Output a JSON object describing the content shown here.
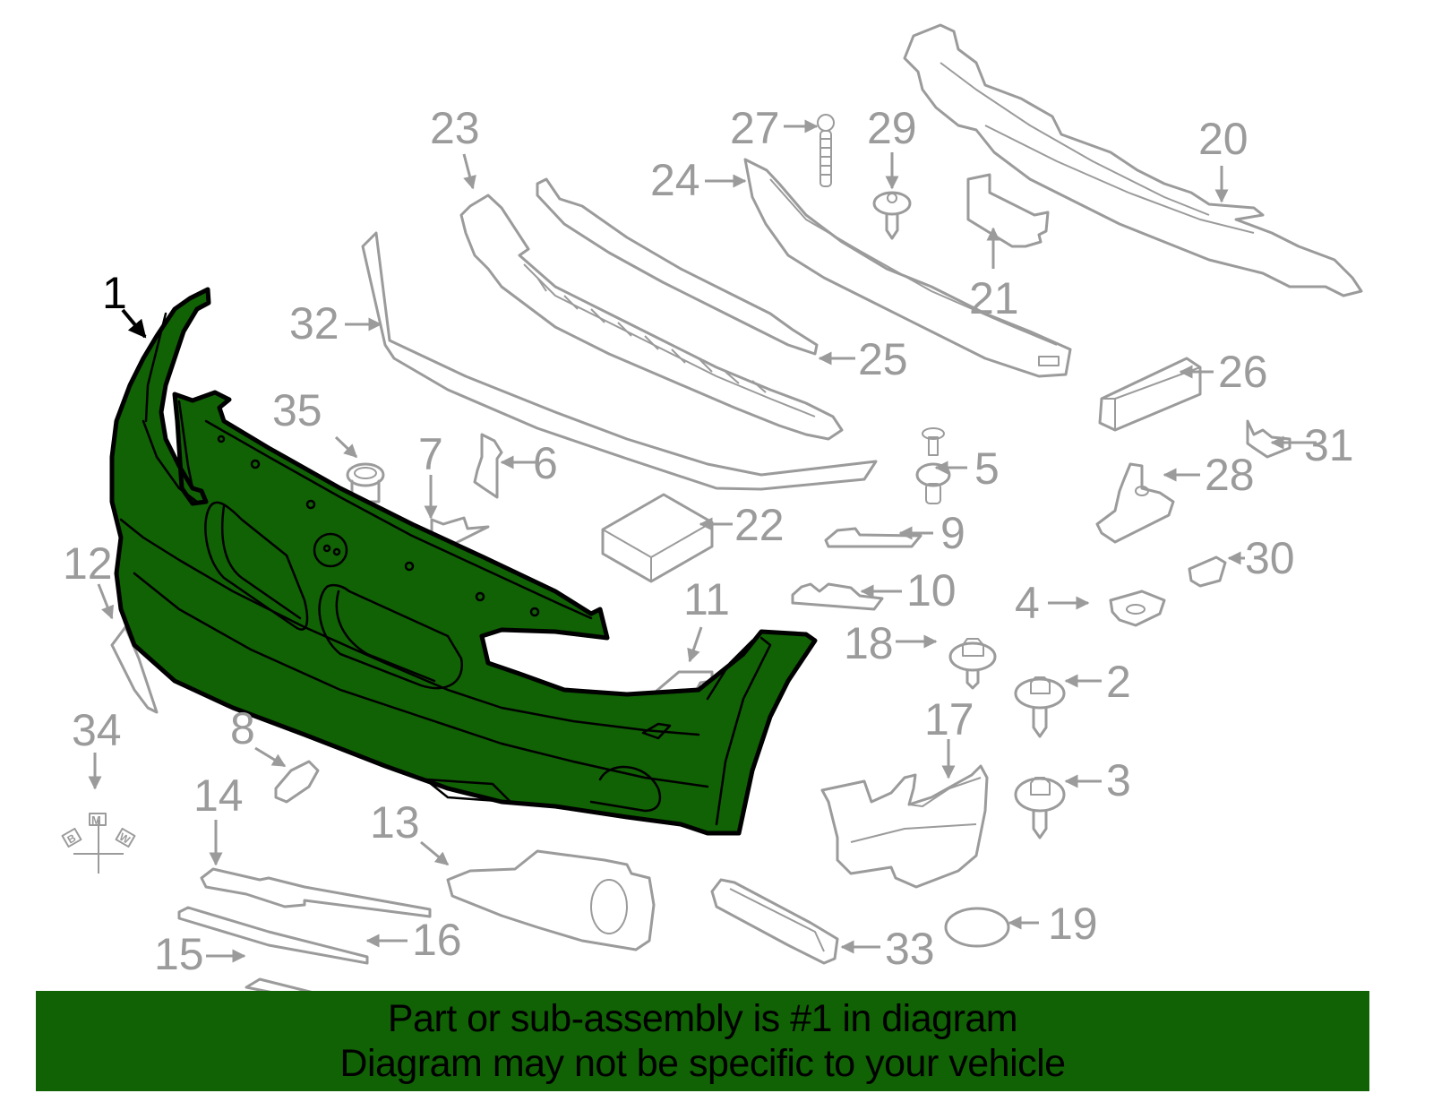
{
  "diagram": {
    "title": "Front bumper cover exploded parts diagram",
    "highlight_color": "#116105",
    "line_color": "#9b9b9b",
    "highlighted_part": "1",
    "callouts": [
      {
        "id": "1",
        "label": "1",
        "highlighted": true
      },
      {
        "id": "2",
        "label": "2"
      },
      {
        "id": "3",
        "label": "3"
      },
      {
        "id": "4",
        "label": "4"
      },
      {
        "id": "5",
        "label": "5"
      },
      {
        "id": "6",
        "label": "6"
      },
      {
        "id": "7",
        "label": "7"
      },
      {
        "id": "8",
        "label": "8"
      },
      {
        "id": "9",
        "label": "9"
      },
      {
        "id": "10",
        "label": "10"
      },
      {
        "id": "11",
        "label": "11"
      },
      {
        "id": "12",
        "label": "12"
      },
      {
        "id": "13",
        "label": "13"
      },
      {
        "id": "14",
        "label": "14"
      },
      {
        "id": "15",
        "label": "15"
      },
      {
        "id": "16",
        "label": "16"
      },
      {
        "id": "17",
        "label": "17"
      },
      {
        "id": "18",
        "label": "18"
      },
      {
        "id": "19",
        "label": "19"
      },
      {
        "id": "20",
        "label": "20"
      },
      {
        "id": "21",
        "label": "21"
      },
      {
        "id": "22",
        "label": "22"
      },
      {
        "id": "23",
        "label": "23"
      },
      {
        "id": "24",
        "label": "24"
      },
      {
        "id": "25",
        "label": "25"
      },
      {
        "id": "26",
        "label": "26"
      },
      {
        "id": "27",
        "label": "27"
      },
      {
        "id": "28",
        "label": "28"
      },
      {
        "id": "29",
        "label": "29"
      },
      {
        "id": "30",
        "label": "30"
      },
      {
        "id": "31",
        "label": "31"
      },
      {
        "id": "32",
        "label": "32"
      },
      {
        "id": "33",
        "label": "33"
      },
      {
        "id": "34",
        "label": "34"
      },
      {
        "id": "35",
        "label": "35"
      }
    ],
    "emblem_letters": {
      "b": "B",
      "m": "M",
      "w": "W"
    }
  },
  "banner": {
    "line1": "Part or sub-assembly is #1 in diagram",
    "line2": "Diagram may not be specific to your vehicle"
  }
}
